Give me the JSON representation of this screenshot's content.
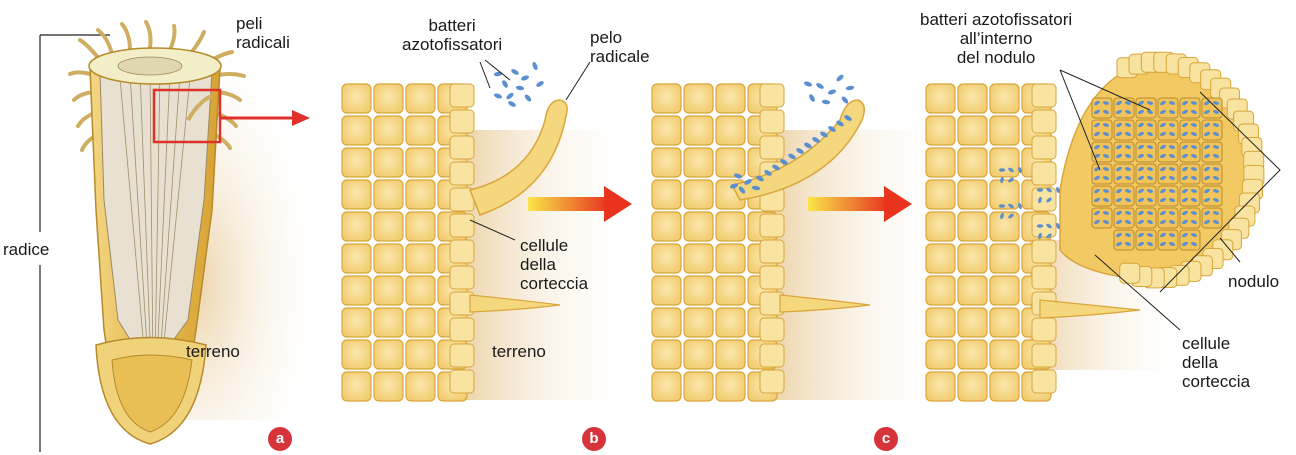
{
  "panels": [
    {
      "badge": "a"
    },
    {
      "badge": "b"
    },
    {
      "badge": "c"
    }
  ],
  "labels": {
    "peli_radicali": [
      "peli",
      "radicali"
    ],
    "radice": "radice",
    "terreno_a": "terreno",
    "batteri_b": [
      "batteri",
      "azotofissatori"
    ],
    "pelo_radicale": [
      "pelo",
      "radicale"
    ],
    "cellule_b": [
      "cellule",
      "della",
      "corteccia"
    ],
    "terreno_b": "terreno",
    "batteri_c": [
      "batteri azotofissatori",
      "all’interno",
      "del nodulo"
    ],
    "nodulo": "nodulo",
    "cellule_c": [
      "cellule",
      "della",
      "corteccia"
    ]
  },
  "colors": {
    "cell_fill": "#f7d98a",
    "cell_stroke": "#d9a63b",
    "bacteria": "#5b8fd0",
    "arrow_start": "#f9e64a",
    "arrow_end": "#e8331f",
    "badge": "#d6343a",
    "outline_box": "#e0302a"
  }
}
